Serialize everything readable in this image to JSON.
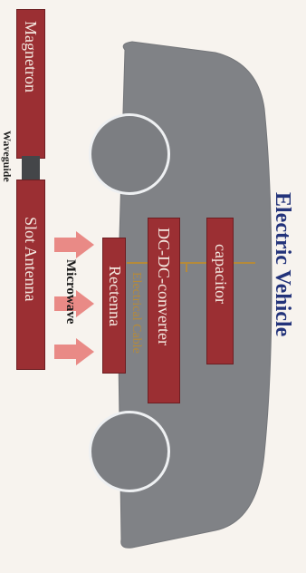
{
  "diagram": {
    "title": "Electric Vehicle",
    "labels": {
      "magnetron": "Magnetron",
      "waveguide": "Waveguide",
      "slot_antenna": "Slot Antenna",
      "microwave": "Microwave",
      "rectenna": "Rectenna",
      "dcdc": "DC-DC-converter",
      "electrical_cable": "Electrical Cable",
      "capacitor": "capacitor"
    },
    "colors": {
      "box": "#9b2f33",
      "car": "#7f8185",
      "title": "#23337a",
      "arrow": "#e98a86",
      "cable": "#b58a3a"
    }
  }
}
